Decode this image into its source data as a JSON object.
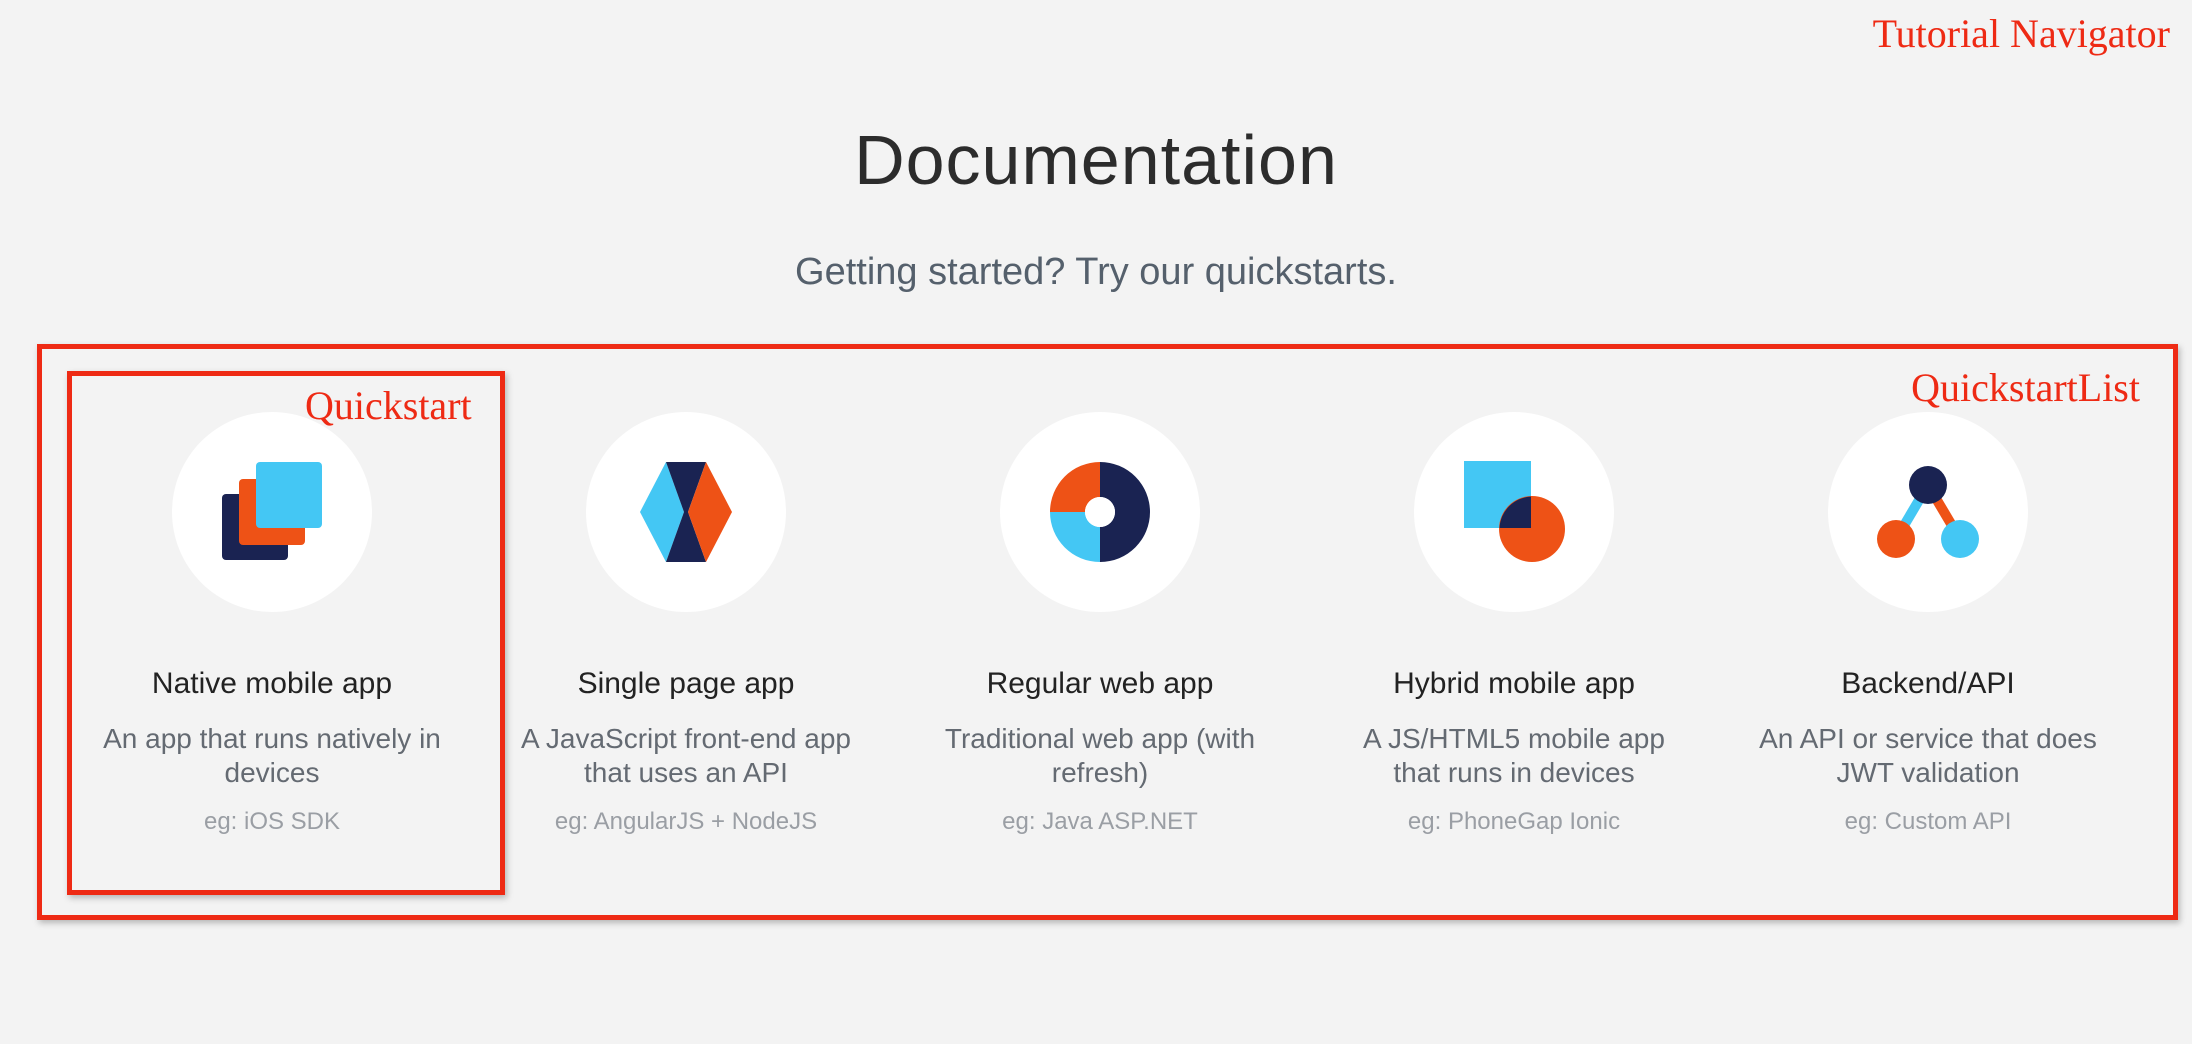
{
  "annotations": {
    "tutorial_navigator": "Tutorial Navigator",
    "quickstart_list": "QuickstartList",
    "quickstart": "Quickstart"
  },
  "header": {
    "title": "Documentation",
    "subtitle": "Getting started? Try our quickstarts."
  },
  "quickstarts": [
    {
      "name": "Native mobile app",
      "description": "An app that runs natively in devices",
      "example": "eg: iOS SDK",
      "icon": "native-mobile-app-icon"
    },
    {
      "name": "Single page app",
      "description": "A JavaScript front-end app that uses an API",
      "example": "eg: AngularJS + NodeJS",
      "icon": "single-page-app-icon"
    },
    {
      "name": "Regular web app",
      "description": "Traditional web app (with refresh)",
      "example": "eg: Java ASP.NET",
      "icon": "regular-web-app-icon"
    },
    {
      "name": "Hybrid mobile app",
      "description": "A JS/HTML5 mobile app that runs in devices",
      "example": "eg: PhoneGap Ionic",
      "icon": "hybrid-mobile-app-icon"
    },
    {
      "name": "Backend/API",
      "description": "An API or service that does JWT validation",
      "example": "eg: Custom API",
      "icon": "backend-api-icon"
    }
  ],
  "colors": {
    "annotation_red": "#ee2a14",
    "navy": "#1a2352",
    "orange": "#ee5216",
    "sky_blue": "#44c7f4",
    "background": "#f3f3f3"
  }
}
